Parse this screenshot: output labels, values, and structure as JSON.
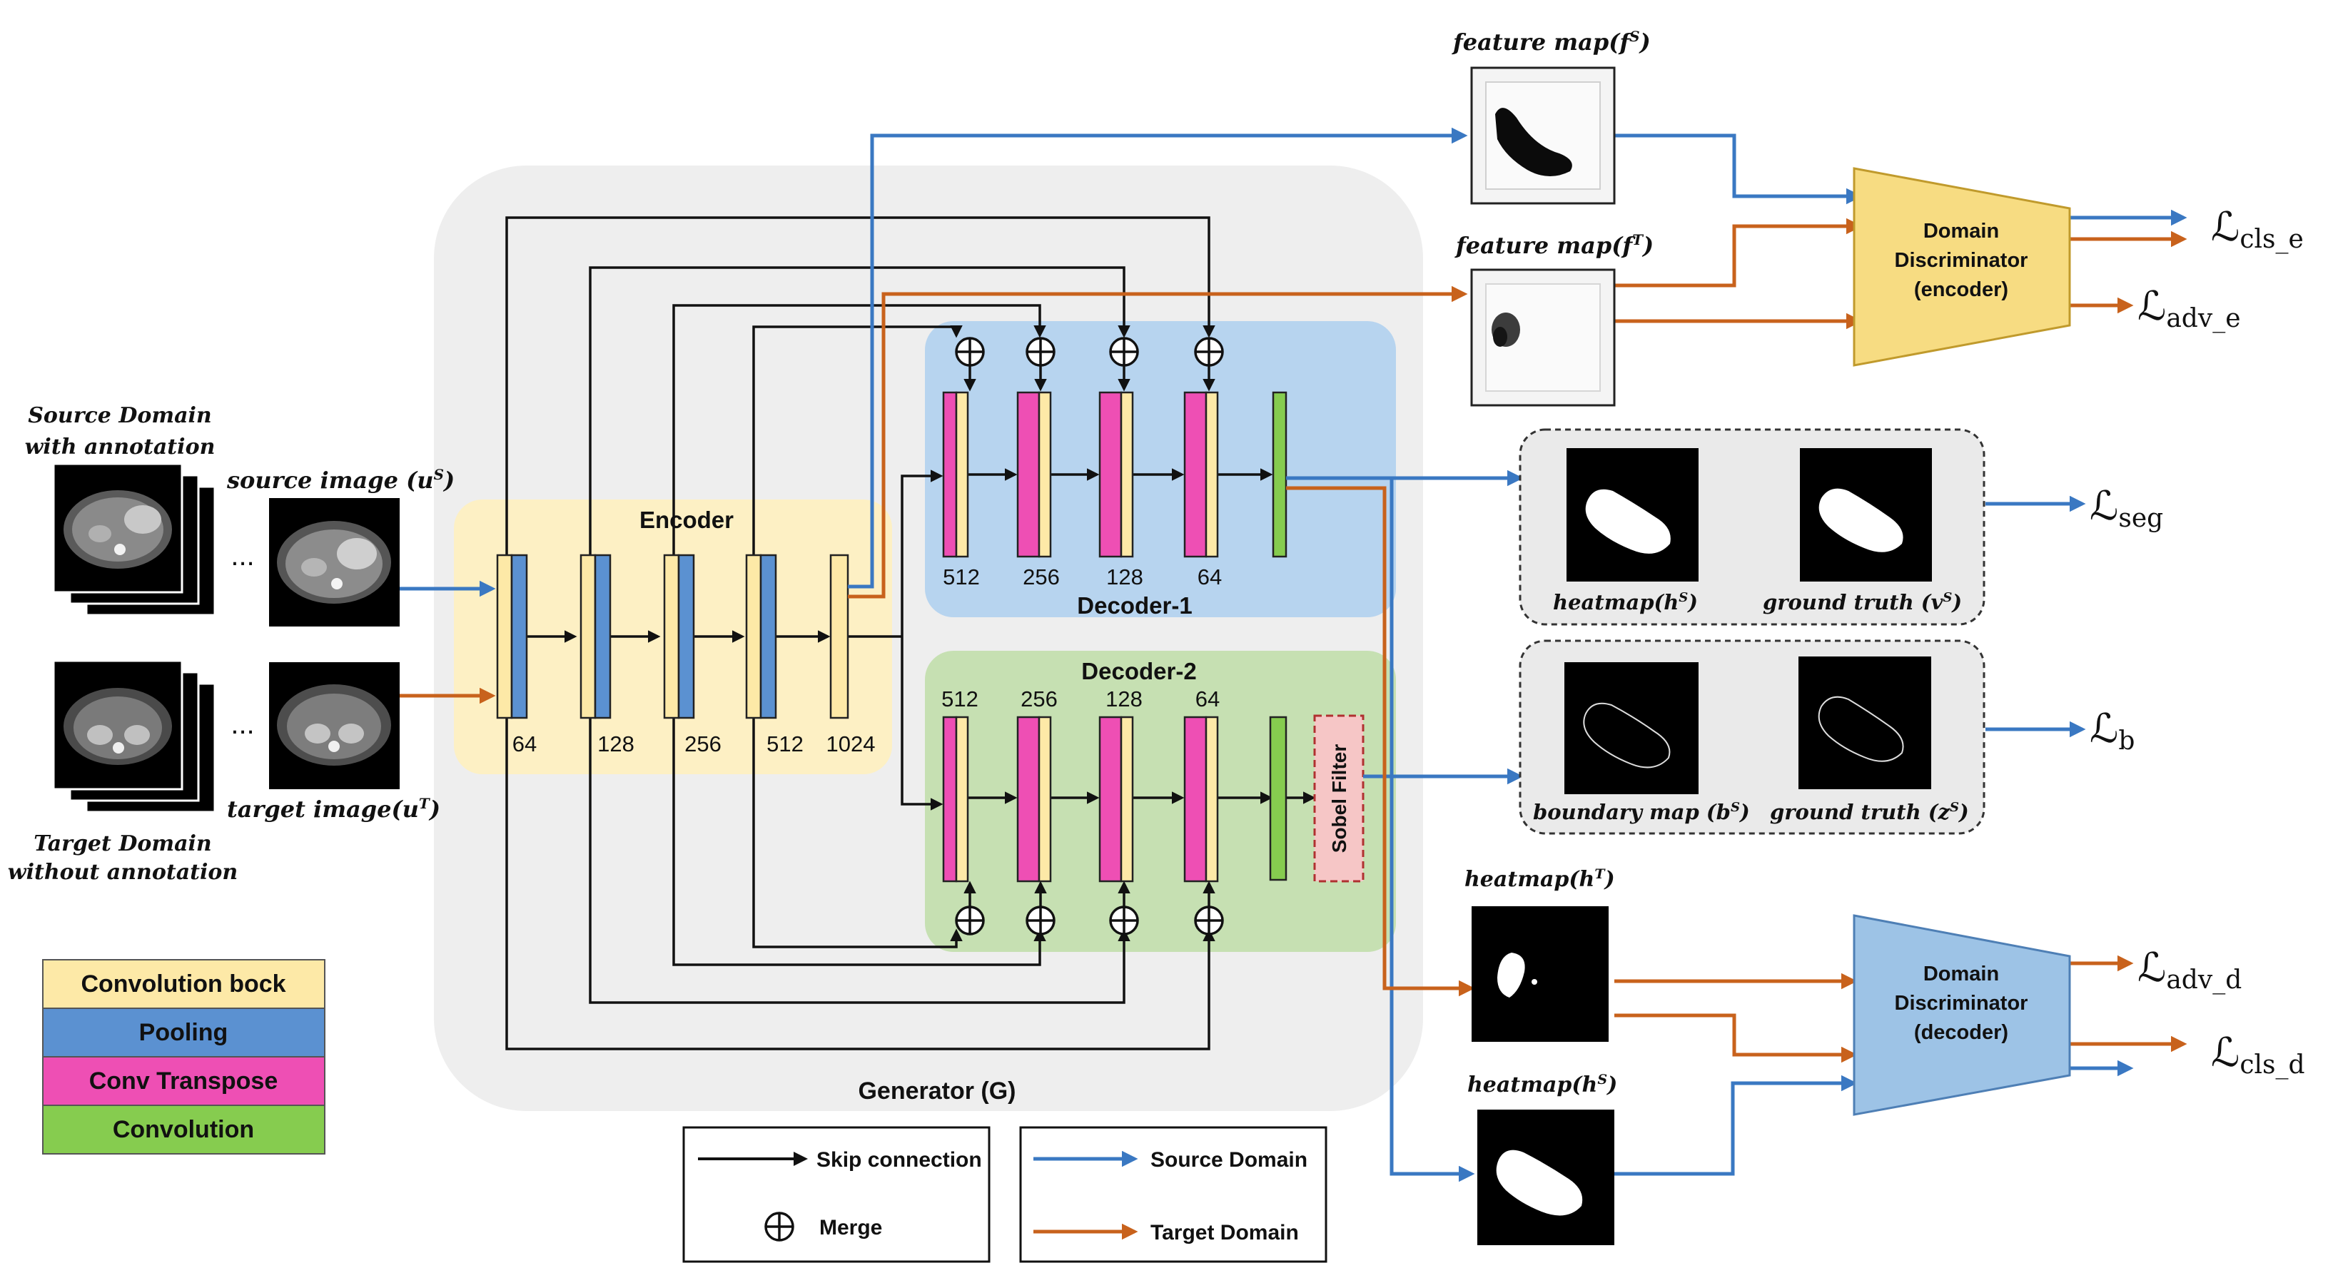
{
  "inputs": {
    "source_domain_line1": "Source Domain",
    "source_domain_line2": "with annotation",
    "target_domain_line1": "Target  Domain",
    "target_domain_line2": "without annotation",
    "source_image_label": "source image (u",
    "source_image_sup": "S",
    "target_image_label": "target image(u",
    "target_image_sup": "T",
    "ellipsis": "..."
  },
  "generator": {
    "title": "Generator (G)",
    "encoder_title": "Encoder",
    "decoder1_title": "Decoder-1",
    "decoder2_title": "Decoder-2",
    "sobel_label": "Sobel Filter",
    "encoder_channels": [
      "64",
      "128",
      "256",
      "512",
      "1024"
    ],
    "decoder1_channels": [
      "512",
      "256",
      "128",
      "64"
    ],
    "decoder2_channels": [
      "512",
      "256",
      "128",
      "64"
    ]
  },
  "feature_maps": {
    "source_label": "feature map(f",
    "source_sup": "S",
    "target_label": "feature map(f",
    "target_sup": "T"
  },
  "encoder_discriminator": {
    "line1": "Domain",
    "line2": "Discriminator",
    "line3": "(encoder)",
    "color": "#f7dc82"
  },
  "decoder_discriminator": {
    "line1": "Domain",
    "line2": "Discriminator",
    "line3": "(decoder)",
    "color": "#9dc3e6"
  },
  "seg_box": {
    "heatmap_label": "heatmap(h",
    "heatmap_sup": "S",
    "gt_label": "ground truth (v",
    "gt_sup": "S"
  },
  "boundary_box": {
    "boundary_label": "boundary map (b",
    "boundary_sup": "S",
    "gt_label": "ground truth (z",
    "gt_sup": "S"
  },
  "heatmaps_out": {
    "target_label": "heatmap(h",
    "target_sup": "T",
    "source_label": "heatmap(h",
    "source_sup": "S"
  },
  "losses": {
    "script_L": "ℒ",
    "cls_e": "cls_e",
    "adv_e": "adv_e",
    "seg": "seg",
    "b": "b",
    "adv_d": "adv_d",
    "cls_d": "cls_d"
  },
  "legend": {
    "conv_block": "Convolution bock",
    "pooling": "Pooling",
    "conv_transpose": "Conv Transpose",
    "convolution": "Convolution",
    "skip_connection": "Skip connection",
    "merge": "Merge",
    "source_domain": "Source Domain",
    "target_domain": "Target Domain"
  },
  "colors": {
    "source_arrow": "#3a78c2",
    "target_arrow": "#c8621c",
    "conv_block": "#fde9a7",
    "pooling": "#5b91d1",
    "conv_transpose": "#ee4fb4",
    "convolution": "#86cc4f",
    "generator_bg": "#eeeeee",
    "encoder_bg": "#fdf0c4",
    "decoder1_bg": "#b7d4ef",
    "decoder2_bg": "#c6e0b2",
    "sobel": "#f6c6c6"
  }
}
